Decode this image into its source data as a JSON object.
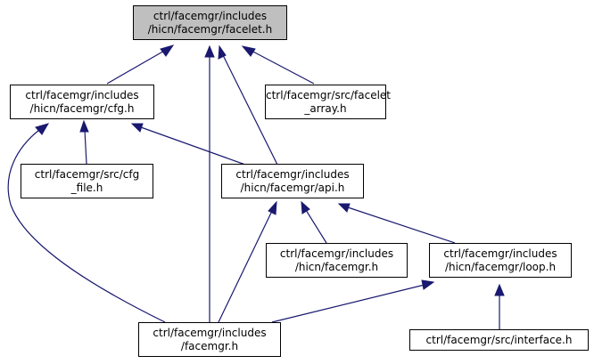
{
  "diagram": {
    "type": "include-dependency-graph",
    "edge_color": "#191970",
    "nodes": {
      "facelet": {
        "line1": "ctrl/facemgr/includes",
        "line2": "/hicn/facemgr/facelet.h",
        "highlighted": true
      },
      "cfg": {
        "line1": "ctrl/facemgr/includes",
        "line2": "/hicn/facemgr/cfg.h"
      },
      "facelet_array": {
        "line1": "ctrl/facemgr/src/facelet",
        "line2": "_array.h"
      },
      "cfg_file": {
        "line1": "ctrl/facemgr/src/cfg",
        "line2": "_file.h"
      },
      "api": {
        "line1": "ctrl/facemgr/includes",
        "line2": "/hicn/facemgr/api.h"
      },
      "hicn_facemgr": {
        "line1": "ctrl/facemgr/includes",
        "line2": "/hicn/facemgr.h"
      },
      "loop": {
        "line1": "ctrl/facemgr/includes",
        "line2": "/hicn/facemgr/loop.h"
      },
      "facemgr": {
        "line1": "ctrl/facemgr/includes",
        "line2": "/facemgr.h"
      },
      "interface": {
        "line1": "ctrl/facemgr/src/interface.h"
      }
    },
    "edges": [
      {
        "from": "cfg",
        "to": "facelet"
      },
      {
        "from": "facelet_array",
        "to": "facelet"
      },
      {
        "from": "facemgr",
        "to": "facelet"
      },
      {
        "from": "api",
        "to": "facelet"
      },
      {
        "from": "cfg_file",
        "to": "cfg"
      },
      {
        "from": "api",
        "to": "cfg"
      },
      {
        "from": "facemgr",
        "to": "cfg"
      },
      {
        "from": "hicn_facemgr",
        "to": "api"
      },
      {
        "from": "loop",
        "to": "api"
      },
      {
        "from": "facemgr",
        "to": "api"
      },
      {
        "from": "facemgr",
        "to": "loop"
      },
      {
        "from": "interface",
        "to": "loop"
      }
    ]
  }
}
